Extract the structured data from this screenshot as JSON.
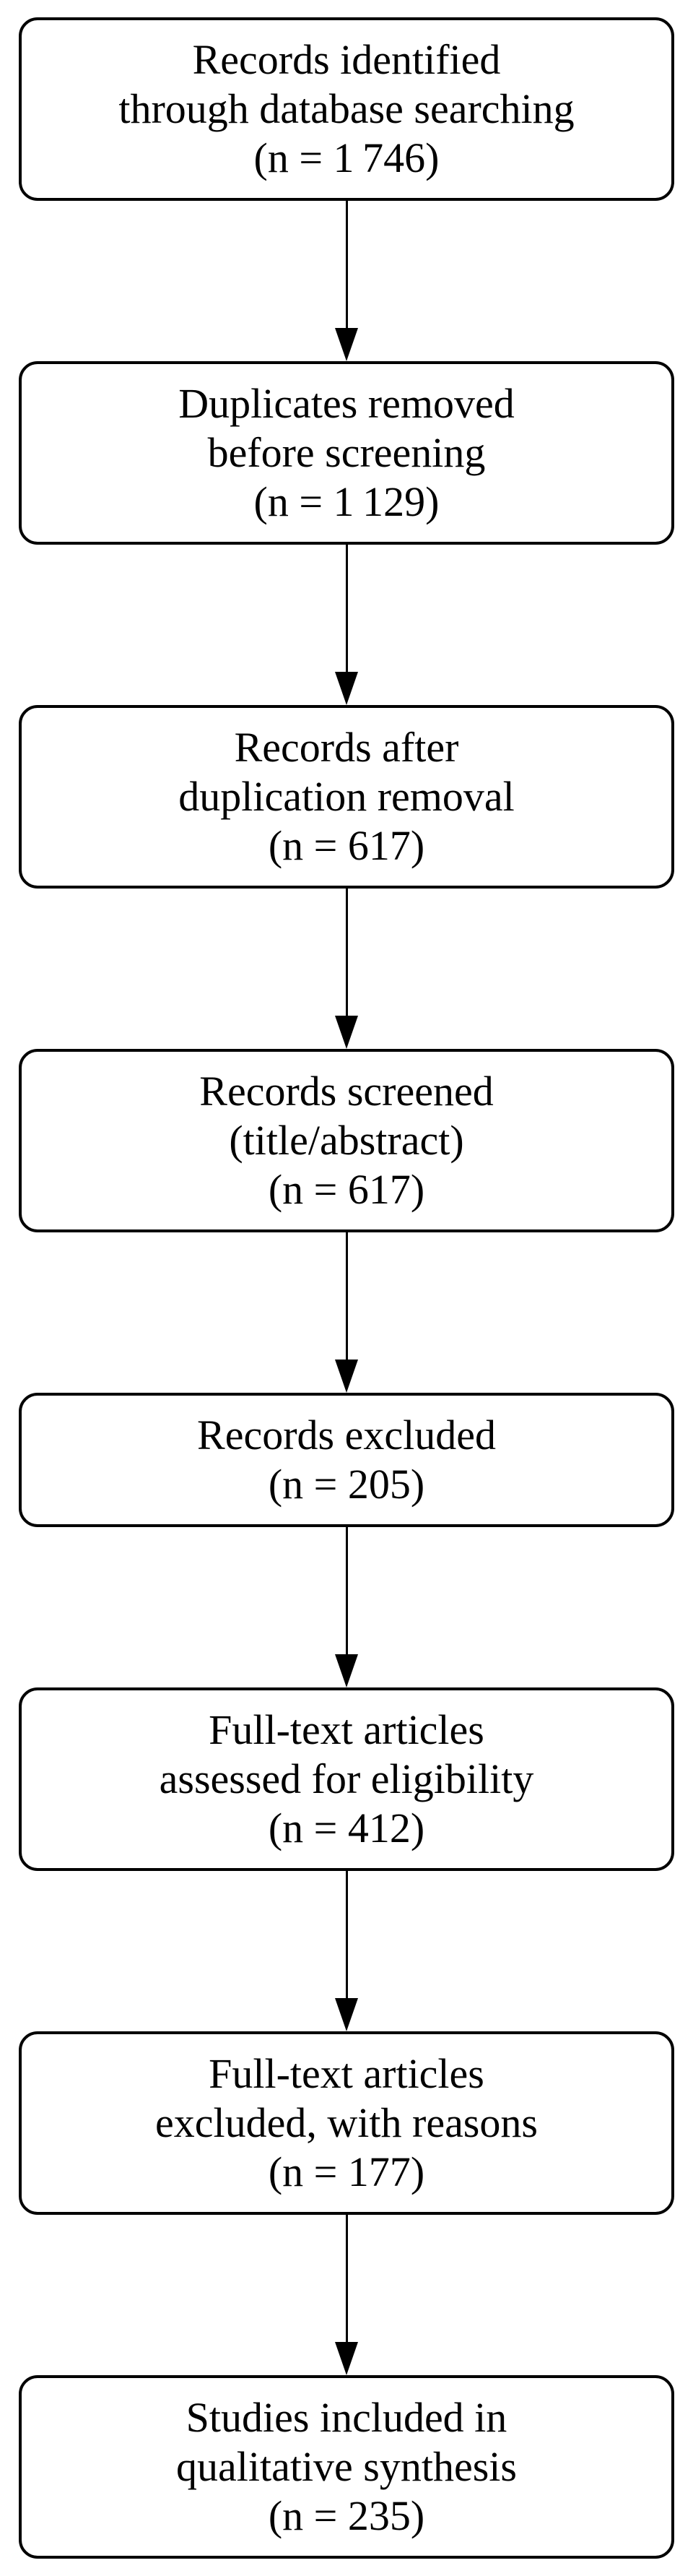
{
  "colors": {
    "box_border": "#000000",
    "text": "#000000",
    "background": "#ffffff"
  },
  "flow": {
    "boxes": [
      {
        "lines": [
          "Records identified",
          "through database searching",
          "(n = 1 746)"
        ]
      },
      {
        "lines": [
          "Duplicates removed",
          "before screening",
          "(n = 1 129)"
        ]
      },
      {
        "lines": [
          "Records after",
          "duplication removal",
          "(n = 617)"
        ]
      },
      {
        "lines": [
          "Records screened",
          "(title/abstract)",
          "(n = 617)"
        ]
      },
      {
        "lines": [
          "Records excluded",
          "(n = 205)"
        ]
      },
      {
        "lines": [
          "Full-text articles",
          "assessed for eligibility",
          "(n = 412)"
        ]
      },
      {
        "lines": [
          "Full-text articles",
          "excluded, with reasons",
          "(n = 177)"
        ]
      },
      {
        "lines": [
          "Studies included in",
          "qualitative synthesis",
          "(n = 235)"
        ]
      }
    ]
  }
}
